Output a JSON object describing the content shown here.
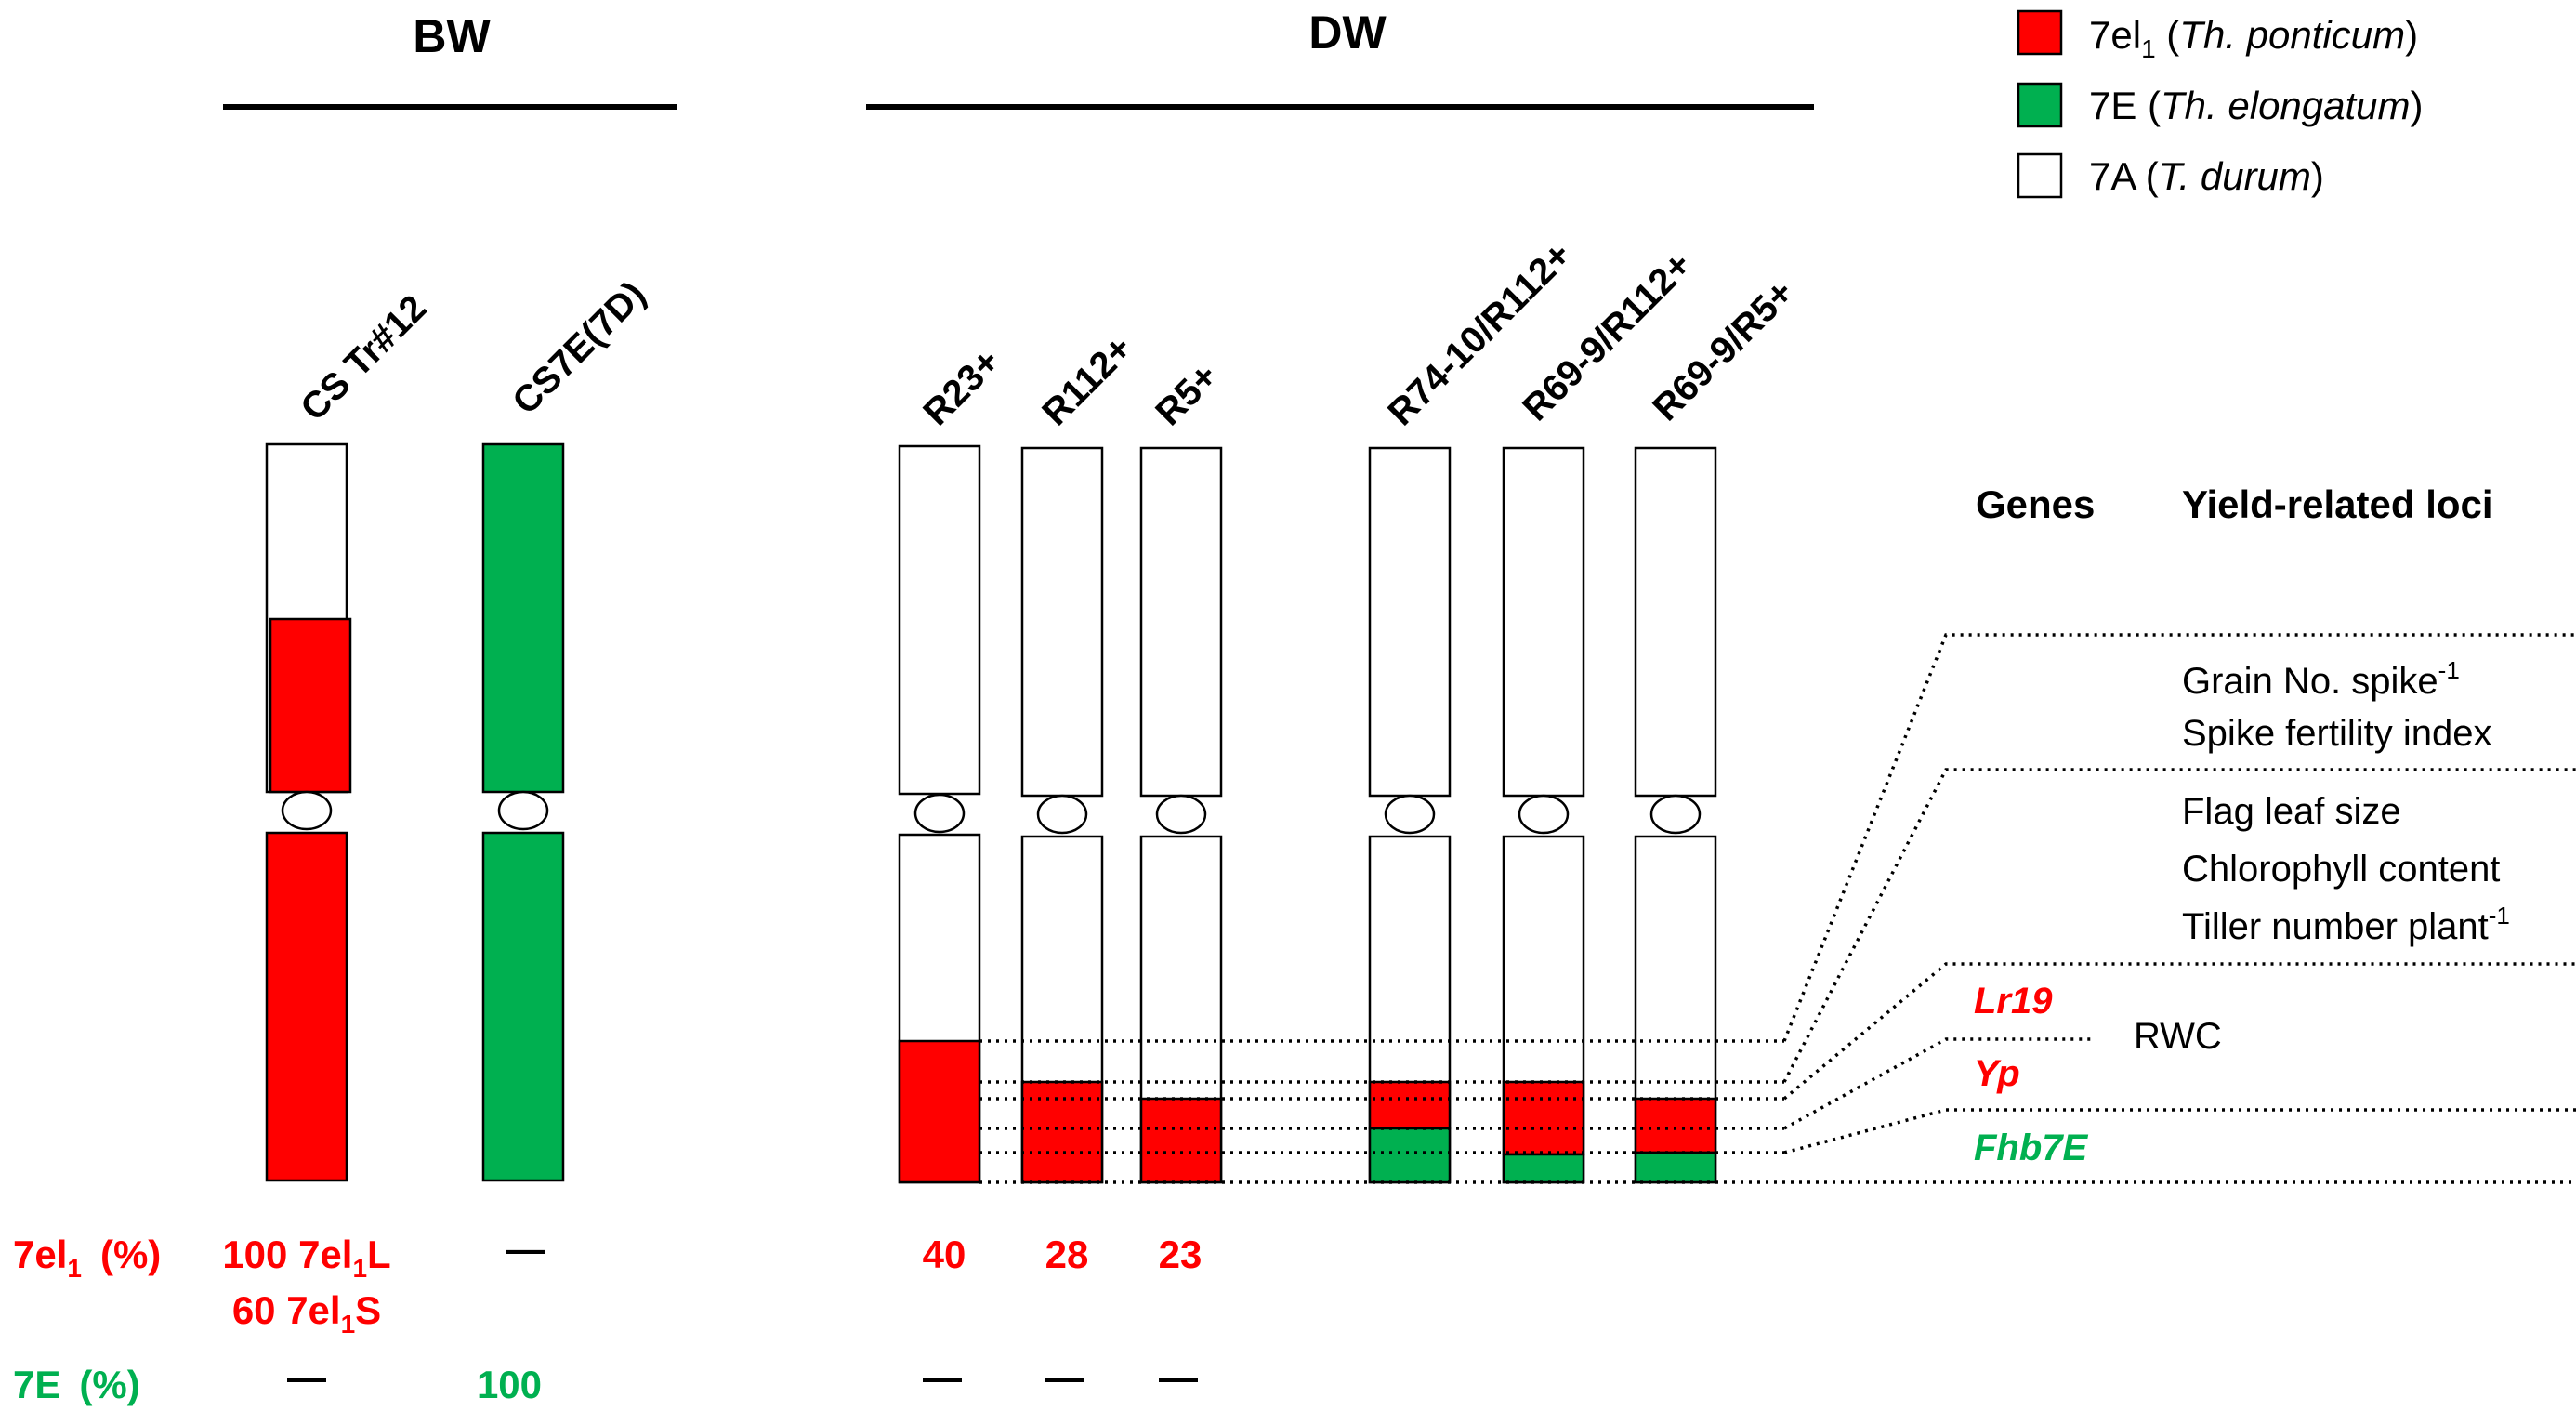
{
  "groups": {
    "bw": "BW",
    "dw": "DW"
  },
  "legend": [
    {
      "color": "#ff0000",
      "main": "7el",
      "sub": "1",
      "species": "Th. ponticum"
    },
    {
      "color": "#00b050",
      "main": "7E",
      "sub": "",
      "species": "Th. elongatum"
    },
    {
      "color": "#ffffff",
      "main": "7A",
      "sub": "",
      "species": "T. durum"
    }
  ],
  "lines": [
    "CS Tr#12",
    "CS7E(7D)",
    "R23+",
    "R112+",
    "R5+",
    "R74-10/R112+",
    "R69-9/R112+",
    "R69-9/R5+"
  ],
  "headers": {
    "genes": "Genes",
    "loci": "Yield-related loci"
  },
  "loci": {
    "grain": "Grain No. spike",
    "grain_sup": "-1",
    "fertility": "Spike fertility index",
    "flag": "Flag leaf size",
    "chloro": "Chlorophyll content",
    "tiller": "Tiller number plant",
    "tiller_sup": "-1",
    "rwc": "RWC"
  },
  "genes": {
    "lr19": "Lr19",
    "yp": "Yp",
    "fhb": "Fhb7E"
  },
  "rows": {
    "el_label": "7el",
    "el_sub": "1",
    "el_unit": "(%)",
    "e_label": "7E",
    "e_unit": "(%)"
  },
  "values": {
    "cs_tr12_line1_num": "100",
    "cs_tr12_line1_arm": "7el",
    "cs_tr12_line1_sub": "1",
    "cs_tr12_line1_end": "L",
    "cs_tr12_line2_num": "60",
    "cs_tr12_line2_arm": "7el",
    "cs_tr12_line2_sub": "1",
    "cs_tr12_line2_end": "S",
    "dash": "—",
    "r23": "40",
    "r112": "28",
    "r5": "23",
    "cs7e_7e": "100"
  },
  "colors": {
    "red": "#ff0000",
    "green": "#00b050",
    "black": "#000000"
  }
}
